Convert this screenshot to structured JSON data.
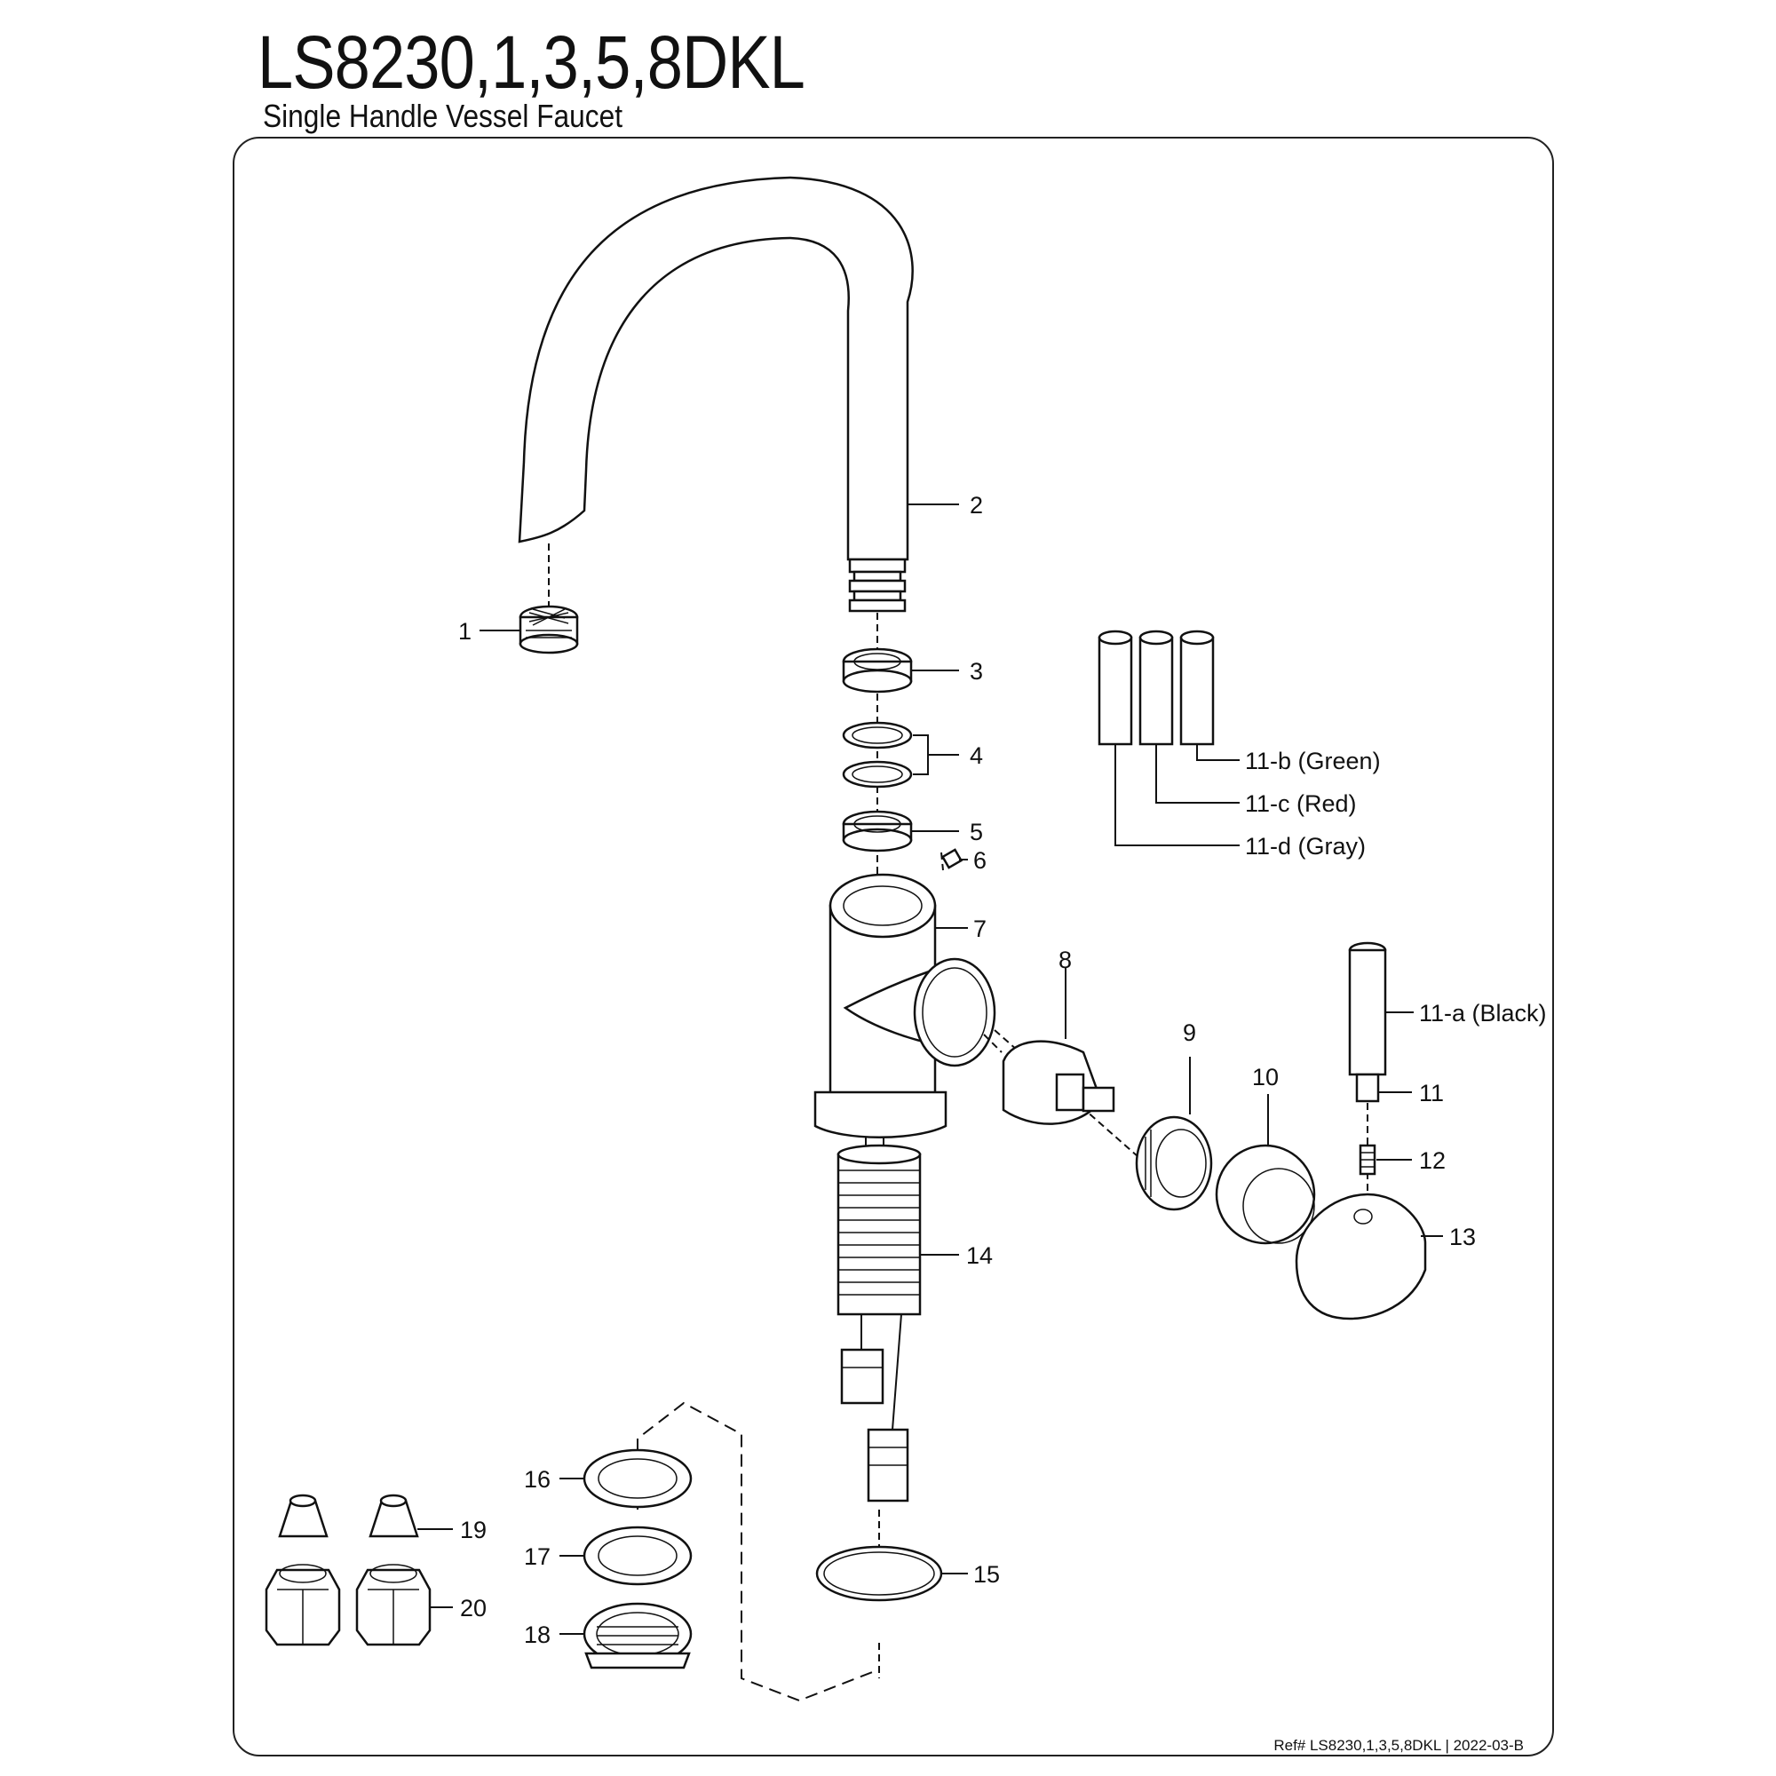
{
  "header": {
    "title": "LS8230,1,3,5,8DKL",
    "subtitle": "Single Handle Vessel Faucet"
  },
  "parts": [
    {
      "id": "1",
      "label": "1"
    },
    {
      "id": "2",
      "label": "2"
    },
    {
      "id": "3",
      "label": "3"
    },
    {
      "id": "4",
      "label": "4"
    },
    {
      "id": "5",
      "label": "5"
    },
    {
      "id": "6",
      "label": "6"
    },
    {
      "id": "7",
      "label": "7"
    },
    {
      "id": "8",
      "label": "8"
    },
    {
      "id": "9",
      "label": "9"
    },
    {
      "id": "10",
      "label": "10"
    },
    {
      "id": "11",
      "label": "11"
    },
    {
      "id": "11a",
      "label": "11-a (Black)"
    },
    {
      "id": "11b",
      "label": "11-b (Green)"
    },
    {
      "id": "11c",
      "label": "11-c (Red)"
    },
    {
      "id": "11d",
      "label": "11-d (Gray)"
    },
    {
      "id": "12",
      "label": "12"
    },
    {
      "id": "13",
      "label": "13"
    },
    {
      "id": "14",
      "label": "14"
    },
    {
      "id": "15",
      "label": "15"
    },
    {
      "id": "16",
      "label": "16"
    },
    {
      "id": "17",
      "label": "17"
    },
    {
      "id": "18",
      "label": "18"
    },
    {
      "id": "19",
      "label": "19"
    },
    {
      "id": "20",
      "label": "20"
    }
  ],
  "footer": {
    "ref": "Ref# LS8230,1,3,5,8DKL | 2022-03-B"
  }
}
